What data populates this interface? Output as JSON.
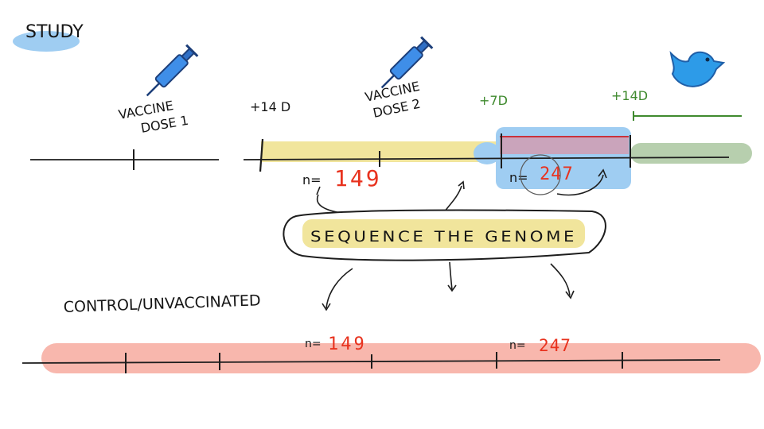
{
  "header": {
    "study_label": "STUDY"
  },
  "study_timeline": {
    "dose1_label_line1": "VACCINE",
    "dose1_label_line2": "DOSE 1",
    "dose2_label_line1": "VACCINE",
    "dose2_label_line2": "DOSE 2",
    "plus14d_label": "+14 D",
    "plus7d_label": "+7D",
    "plus14d_after_label": "+14D",
    "n_prefix_1": "n=",
    "n_value_1": "149",
    "n_prefix_2": "n=",
    "n_value_2": "247"
  },
  "sequence_box": {
    "label": "SEQUENCE THE GENOME"
  },
  "control_timeline": {
    "label": "CONTROL/UNVACCINATED",
    "n_prefix_1": "n=",
    "n_value_1": "149",
    "n_prefix_2": "n=",
    "n_value_2": "247"
  },
  "colors": {
    "study_highlight": "#9fcdf2",
    "yellow_band": "#f1e59c",
    "blue_band": "#9fcdf2",
    "green_band": "#b7cfae",
    "red_line": "#c8323c",
    "red_band": "#f8b7ad",
    "red_text": "#e8321e",
    "green_text": "#3f8a2e",
    "syringe_blue": "#3f8ee8"
  },
  "icons": [
    "syringe-icon",
    "twitter-bird-icon"
  ]
}
